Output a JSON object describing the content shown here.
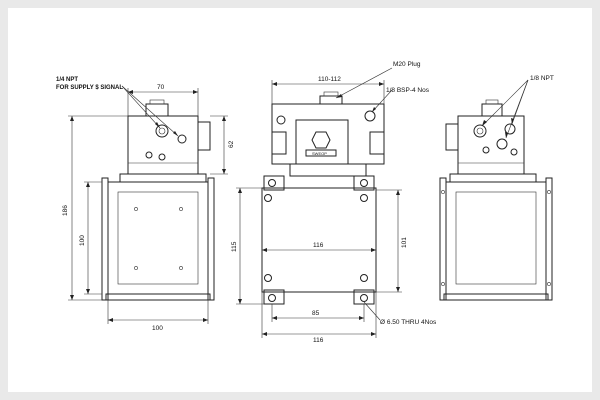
{
  "colors": {
    "background": "#e9e9e9",
    "sheet": "#ffffff",
    "line": "#222222"
  },
  "left_view": {
    "callout_line1": "1/4 NPT",
    "callout_line2": "FOR SUPPLY $ SIGNAL",
    "dim_top": "70",
    "dim_height_total": "186",
    "dim_height_body": "100",
    "dim_height_head": "62",
    "dim_bottom": "100"
  },
  "front_view": {
    "dim_top": "110-112",
    "callout_plug": "M20 Plug",
    "callout_bsp": "1/8 BSP-4 Nos",
    "dim_inner_width": "116",
    "dim_height_outer": "115",
    "dim_height_inner": "101",
    "dim_hole_spacing": "85",
    "dim_bottom": "116",
    "callout_holes": "Ø 6.50 THRU 4Nos",
    "badge_text": "SWEOP"
  },
  "right_view": {
    "callout_npt": "1/8 NPT"
  }
}
